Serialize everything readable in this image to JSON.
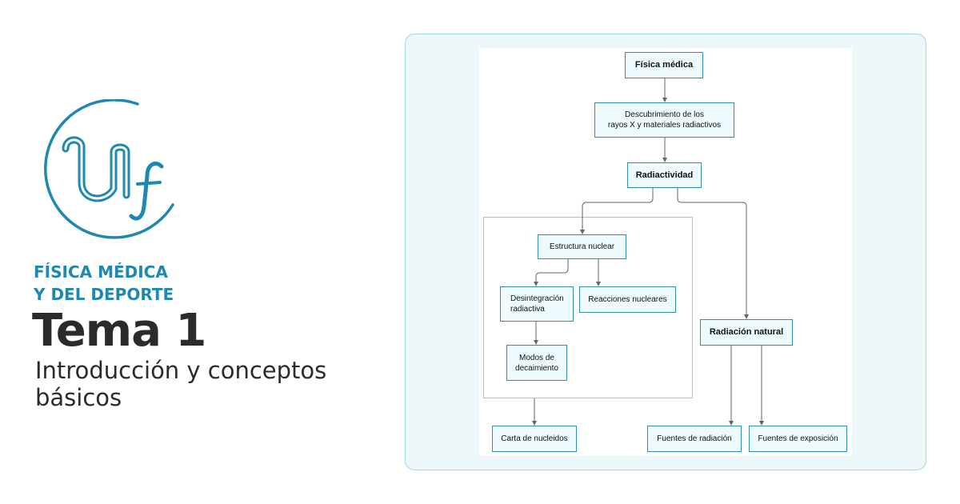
{
  "branding": {
    "logo": "uf-circle-logo",
    "subject_line1": "FÍSICA MÉDICA",
    "subject_line2": "Y DEL DEPORTE",
    "topic_title": "Tema 1",
    "topic_subtitle": "Introducción y conceptos básicos"
  },
  "colors": {
    "accent": "#1e88b0",
    "node_border": "#2f8fad",
    "node_fill": "#eefbfe",
    "panel_fill": "#eef8fb",
    "panel_border": "#a9d6e4",
    "edge": "#666666"
  },
  "diagram": {
    "nodes": {
      "fisica_medica": "Física médica",
      "descubrimiento_l1": "Descubrimiento de los",
      "descubrimiento_l2": "rayos X y materiales radiactivos",
      "radiactividad": "Radiactividad",
      "estructura_nuclear": "Estructura nuclear",
      "desintegracion_l1": "Desintegración",
      "desintegracion_l2": "radiactiva",
      "reacciones_nucleares": "Reacciones nucleares",
      "modos_l1": "Modos de",
      "modos_l2": "decaimiento",
      "radiacion_natural": "Radiación natural",
      "carta_nucleidos": "Carta de nucleidos",
      "fuentes_radiacion": "Fuentes de radiación",
      "fuentes_exposicion": "Fuentes de exposición"
    }
  }
}
